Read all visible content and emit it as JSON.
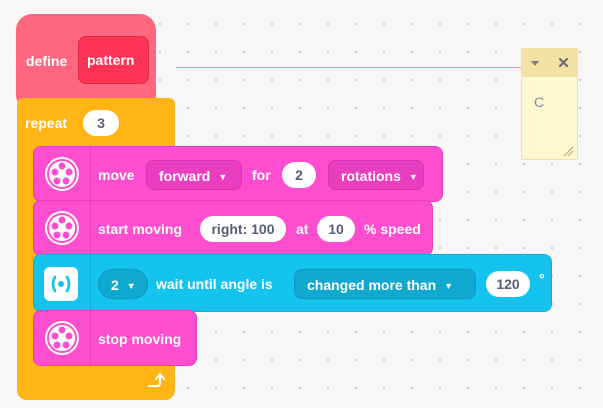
{
  "define_block": {
    "keyword": "define",
    "name": "pattern"
  },
  "repeat_block": {
    "keyword": "repeat",
    "count": "3"
  },
  "blocks": [
    {
      "type": "move",
      "label": "move",
      "direction": "forward",
      "for_label": "for",
      "amount": "2",
      "unit": "rotations"
    },
    {
      "type": "start_moving",
      "label": "start moving",
      "steering": "right: 100",
      "at_label": "at",
      "speed": "10",
      "speed_suffix": "% speed"
    },
    {
      "type": "wait_angle",
      "port": "2",
      "label": "wait until angle is",
      "condition": "changed more than",
      "value": "120",
      "unit": "°"
    },
    {
      "type": "stop",
      "label": "stop moving"
    }
  ],
  "comment": {
    "text": "C",
    "collapse_icon": "triangle-down-icon",
    "close_icon": "close-icon"
  },
  "colors": {
    "define": "#ff6680",
    "define_slot": "#ff3355",
    "repeat": "#ffb515",
    "motor": "#ff4dcf",
    "sensor": "#14c4ef",
    "note": "#fef7cf",
    "text_dark": "#575e75",
    "background": "#f7f7f7"
  },
  "icons": {
    "motor": "motor-icon",
    "sensor": "angle-sensor-icon",
    "loop": "loop-arrow-icon"
  }
}
